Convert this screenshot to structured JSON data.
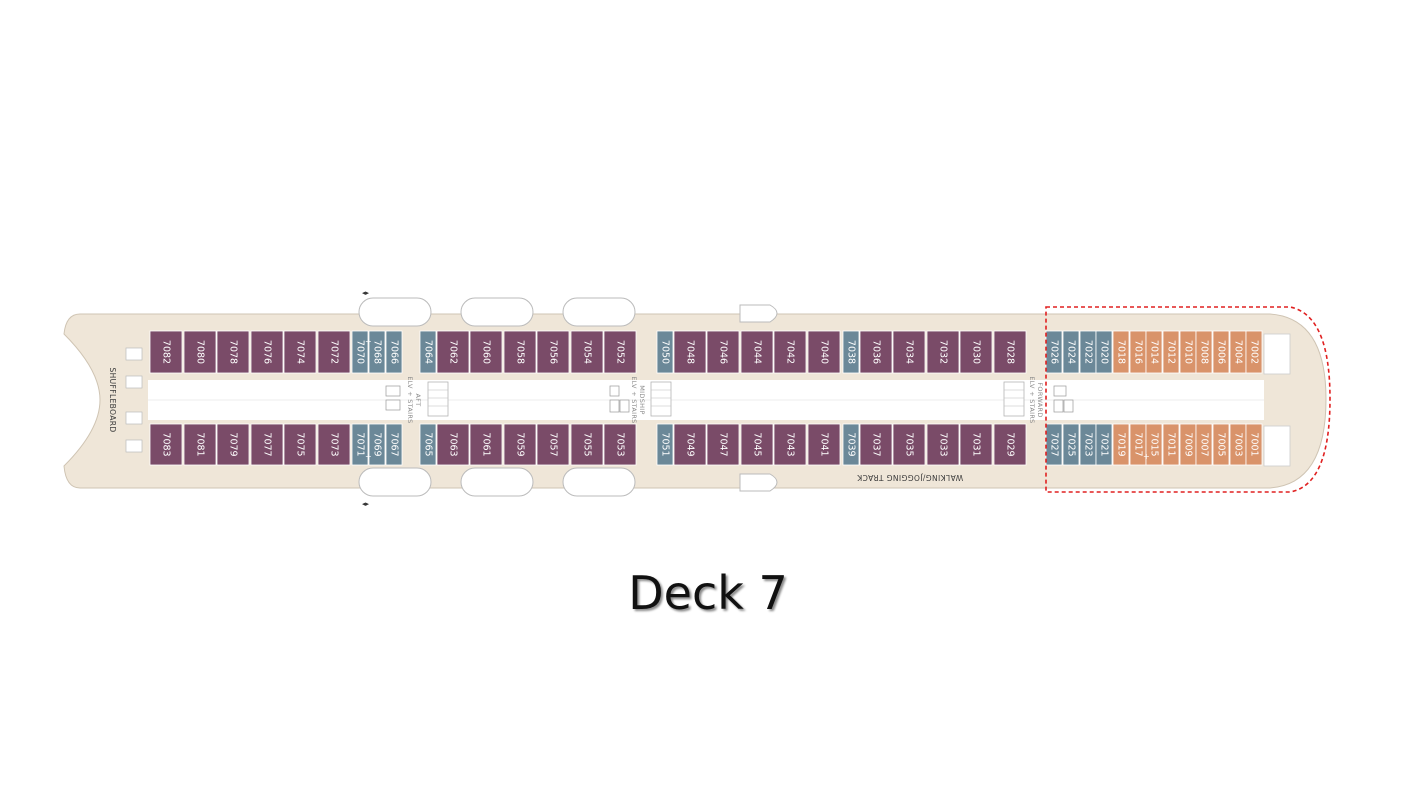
{
  "deck": {
    "title": "Deck 7",
    "top_row": [
      "7082",
      "7080",
      "7078",
      "7076",
      "7074",
      "7072",
      "7070",
      "7068",
      "7066",
      "7064",
      "7062",
      "7060",
      "7058",
      "7056",
      "7054",
      "7052",
      "7050",
      "7048",
      "7046",
      "7044",
      "7042",
      "7040",
      "7038",
      "7036",
      "7034",
      "7032",
      "7030",
      "7028",
      "7026",
      "7024",
      "7022",
      "7020",
      "7018",
      "7016",
      "7014",
      "7012",
      "7010",
      "7008",
      "7006",
      "7004",
      "7002"
    ],
    "bottom_row": [
      "7083",
      "7081",
      "7079",
      "7077",
      "7075",
      "7073",
      "7071",
      "7069",
      "7067",
      "7065",
      "7063",
      "7061",
      "7059",
      "7057",
      "7055",
      "7053",
      "7051",
      "7049",
      "7047",
      "7045",
      "7043",
      "7041",
      "7039",
      "7037",
      "7035",
      "7033",
      "7031",
      "7029",
      "7027",
      "7025",
      "7023",
      "7021",
      "7019",
      "7017",
      "7015",
      "7011",
      "7009",
      "7007",
      "7005",
      "7003",
      "7001"
    ],
    "labels": {
      "shuffleboard": "SHUFFLEBOARD",
      "walking_track": "WALKING/JOGGING TRACK",
      "aft_stairs_1": "AFT",
      "aft_stairs_2": "ELV + STAIRS",
      "mid_stairs_1": "MIDSHIP",
      "mid_stairs_2": "ELV + STAIRS",
      "fwd_stairs_1": "FORWARD",
      "fwd_stairs_2": "ELV + STAIRS"
    },
    "colors": {
      "hull": "#efe6d8",
      "hull_outline": "#cfc4b3",
      "corridor": "#ffffff",
      "cabin_plum": "#7a4b68",
      "cabin_slate": "#6b8898",
      "cabin_orange": "#d9936a",
      "highlight": "#e02020"
    }
  }
}
